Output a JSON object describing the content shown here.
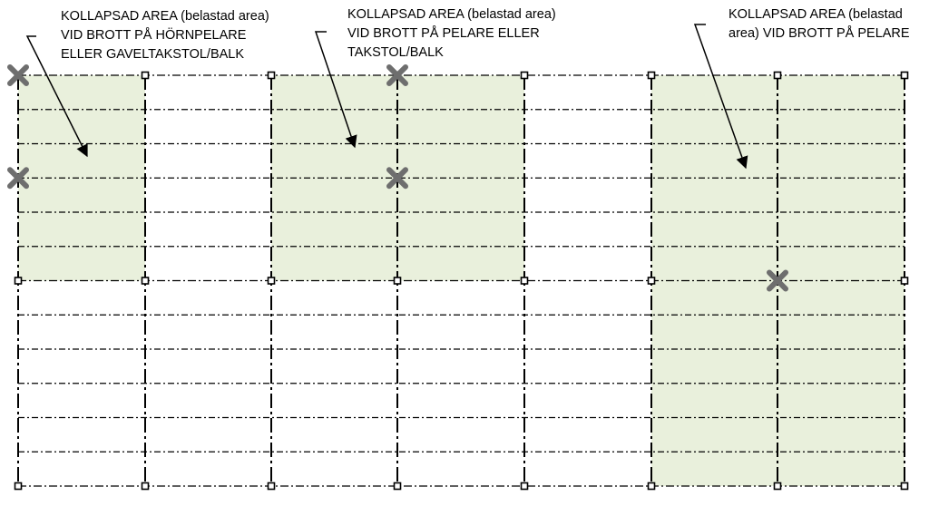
{
  "labels": {
    "corner": {
      "line1": "KOLLAPSAD AREA (belastad area)",
      "line2": "VID BROTT PÅ HÖRNPELARE",
      "line3": "ELLER GAVELTAKSTOL/BALK"
    },
    "column_or_truss": {
      "line1": "KOLLAPSAD AREA (belastad area)",
      "line2": "VID BROTT PÅ PELARE ELLER",
      "line3": "TAKSTOL/BALK"
    },
    "column": {
      "line1": "KOLLAPSAD AREA (belastad",
      "line2": "area) VID BROTT PÅ PELARE"
    }
  },
  "grid": {
    "column_lines": 8,
    "column_rows": 3,
    "purlin_spaces": 12
  },
  "colors": {
    "collapsed_area": "#e9f0dc",
    "line": "#000000",
    "cross": "#6e6e6e"
  },
  "collapse_zones": [
    {
      "name": "corner-column-zone",
      "cols": [
        0,
        1
      ],
      "rows": [
        0,
        1
      ]
    },
    {
      "name": "column-or-truss-zone",
      "cols": [
        2,
        4
      ],
      "rows": [
        0,
        1
      ]
    },
    {
      "name": "column-zone",
      "cols": [
        5,
        7
      ],
      "rows": [
        0,
        2
      ]
    }
  ],
  "failures": [
    {
      "name": "failure-cross-corner-top",
      "col": 0,
      "row": 0
    },
    {
      "name": "failure-cross-gable-mid",
      "col": 0,
      "row": 0.5
    },
    {
      "name": "failure-cross-truss-top",
      "col": 3,
      "row": 0
    },
    {
      "name": "failure-cross-truss-mid",
      "col": 3,
      "row": 0.5
    },
    {
      "name": "failure-cross-column",
      "col": 6,
      "row": 1
    }
  ]
}
